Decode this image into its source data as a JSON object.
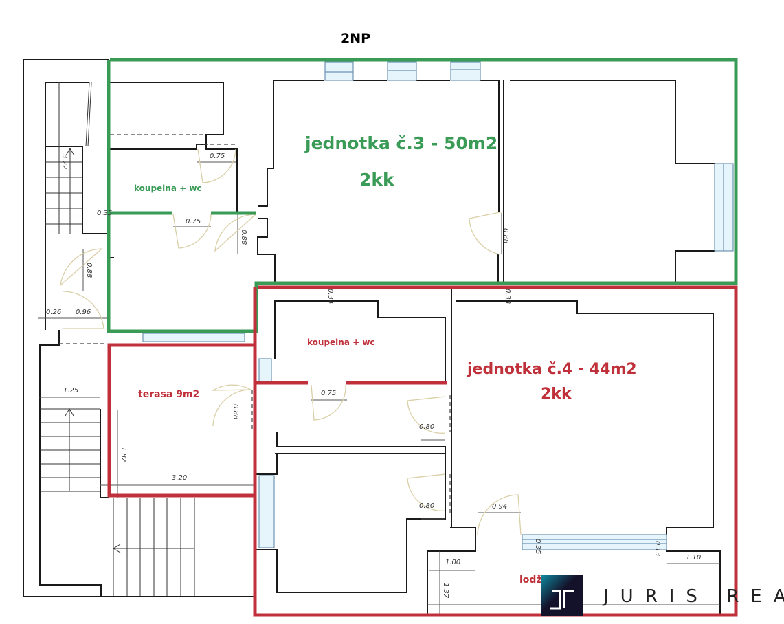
{
  "floor_title": "2NP",
  "units": [
    {
      "name": "jednotka č.3 - 50m2",
      "layout": "2kk",
      "color": "#3a9b57"
    },
    {
      "name": "jednotka č.4 -  44m2",
      "layout": "2kk",
      "color": "#c0303a"
    }
  ],
  "rooms": {
    "unit3_bathroom": "koupelna + wc",
    "unit4_bathroom": "koupelna + wc",
    "terrace": "terasa 9m2",
    "loggia": "lodžie"
  },
  "loggia_visible_text": "lodž",
  "dimensions": {
    "stair_top": "3.22",
    "wall_035": "0.35",
    "door_088_left": "0.88",
    "wall_026": "0.26",
    "door_096": "0.96",
    "door_075_bath3": "0.75",
    "door_075_hall3": "0.75",
    "door_088_hall3": "0.88",
    "door_088_living3": "0.88",
    "wall_034": "0.34",
    "wall_033": "0.33",
    "door_075_bath4": "0.75",
    "door_080_a": "0.80",
    "door_080_b": "0.80",
    "door_094": "0.94",
    "stair_125": "1.25",
    "terrace_182": "1.82",
    "terrace_320": "3.20",
    "door_088_terrace": "0.88",
    "loggia_100": "1.00",
    "loggia_137": "1.37",
    "loggia_110": "1.10",
    "window_035": "0.35",
    "window_013": "0.13"
  },
  "logo": {
    "text": "JURIS REAL",
    "gradient_from": "#0e8ba0",
    "gradient_to": "#14112a"
  }
}
